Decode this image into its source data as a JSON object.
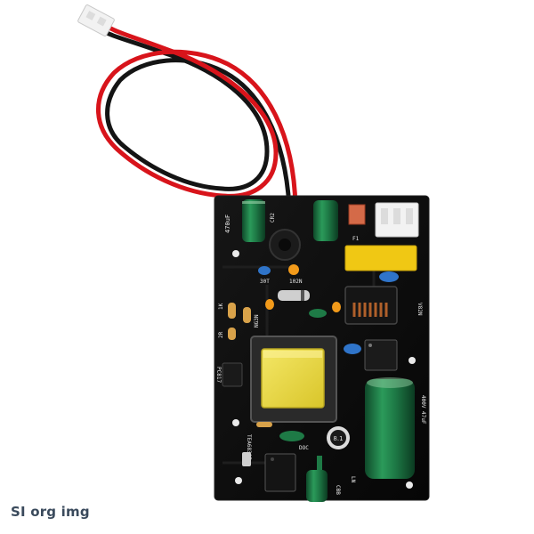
{
  "photo": {
    "subject": "power-supply-board",
    "colors": {
      "background": "#ffffff",
      "pcb": "#0c0c0c",
      "wire_red": "#d8141b",
      "wire_black": "#141414",
      "transformer": "#e8d83c",
      "capacitor_green": "#1e7a46",
      "film_capacitor": "#f0c814",
      "connector": "#f2f2f2"
    },
    "silkscreen": {
      "cap_left": "470uF",
      "cap_left_code": "CR2",
      "d1": "30T",
      "d2": "102N",
      "r1": "1K",
      "r2": "2R",
      "r3": "NG3N",
      "opto": "PC817",
      "ic": "TEA6830P",
      "doc": "DOC",
      "cap_big": "400V 47uF",
      "fuse": "F1",
      "varistor": "V82N",
      "ln": "LN",
      "cbb": "CBB",
      "logo_text": "8.1"
    }
  },
  "watermark": {
    "text": "SI org img"
  }
}
